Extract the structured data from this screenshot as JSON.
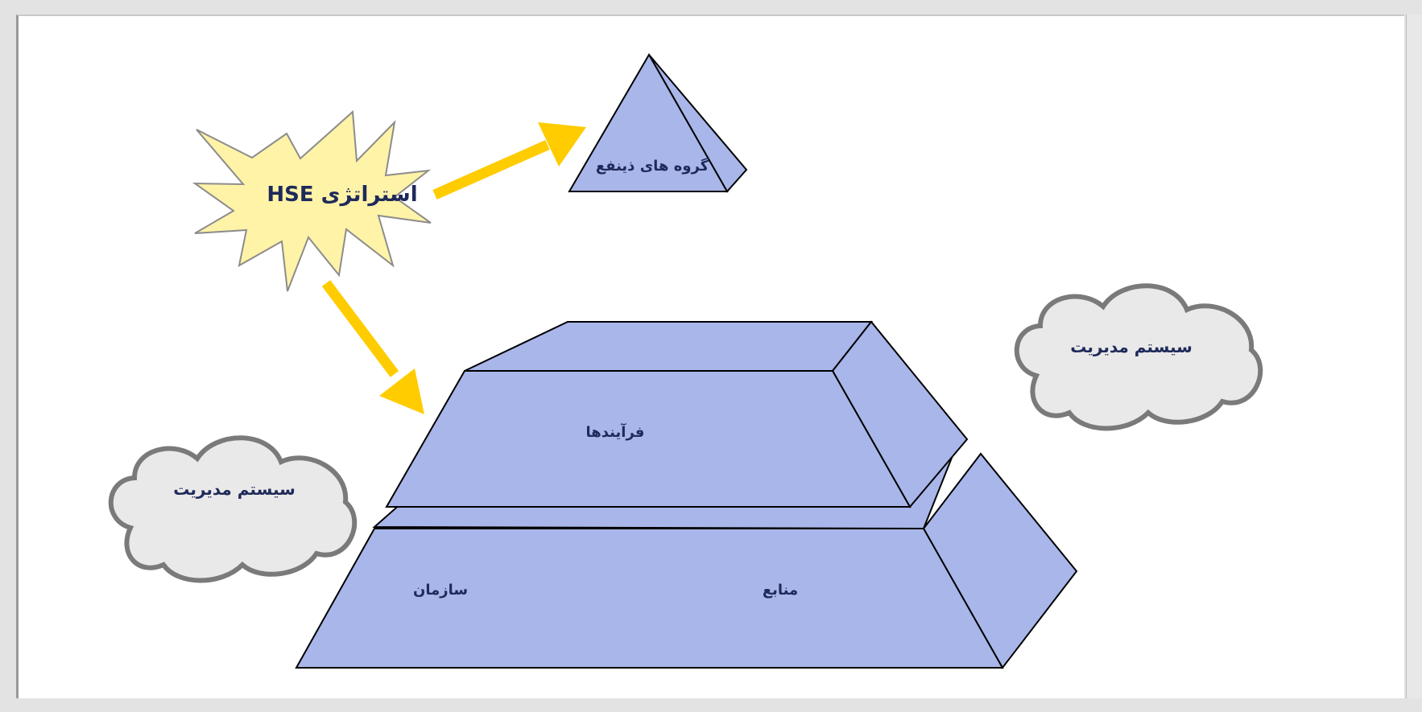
{
  "labels": {
    "strategy": "استراتژی HSE",
    "stakeholders": "گروه های ذینفع",
    "processes": "فرآیندها",
    "organization": "سازمان",
    "resources": "منابع",
    "cloud_left": "سیستم مدیریت",
    "cloud_right": "سیستم مدیریت"
  },
  "colors": {
    "pyramid_fill": "#a9b6ea",
    "arrow": "#ffcc00",
    "star_fill": "#fff3a8",
    "cloud_fill": "#e9e9e9",
    "cloud_stroke": "#7a7a7a",
    "text": "#1f2a5a"
  }
}
